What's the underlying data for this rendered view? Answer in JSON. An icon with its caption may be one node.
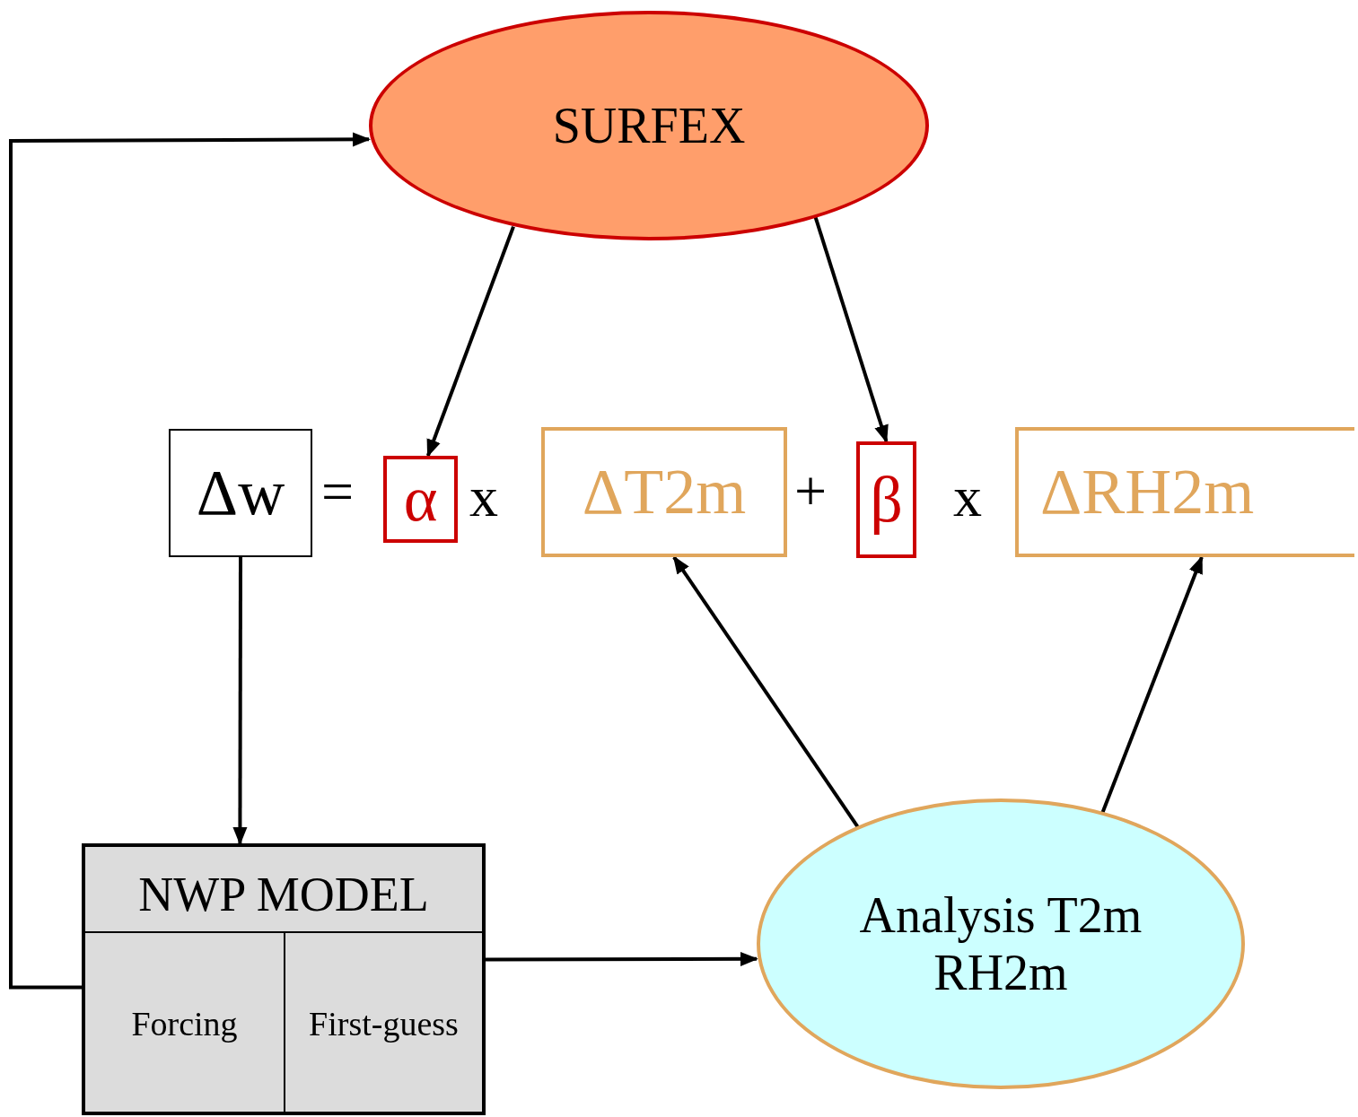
{
  "diagram": {
    "nodes": [
      {
        "text": [
          "SURFEX"
        ]
      },
      {
        "text": [
          "Δw"
        ]
      },
      {
        "text": [
          "α"
        ]
      },
      {
        "text": [
          "ΔT2m"
        ]
      },
      {
        "text": [
          "β"
        ]
      },
      {
        "text": [
          "ΔRH2m"
        ]
      },
      {
        "text": [
          "NWP MODEL"
        ]
      },
      {
        "text": [
          "Forcing"
        ],
        "in": 6
      },
      {
        "text": [
          "First-guess"
        ],
        "in": 6
      },
      {
        "text": [
          "Analysis T2m RH2m"
        ]
      }
    ],
    "edges": [
      {
        "from": 0,
        "to": 2,
        "arrow": "to"
      },
      {
        "from": 0,
        "to": 4,
        "arrow": "to"
      },
      {
        "from": 1,
        "to": 6,
        "arrow": "to"
      },
      {
        "from": 6,
        "to": 9,
        "arrow": "to"
      },
      {
        "from": 9,
        "to": 3,
        "arrow": "to"
      },
      {
        "from": 9,
        "to": 5,
        "arrow": "to"
      },
      {
        "from": 6,
        "to": 0,
        "arrow": "to"
      }
    ],
    "labels": [
      "=",
      "x",
      "+",
      "x"
    ]
  }
}
